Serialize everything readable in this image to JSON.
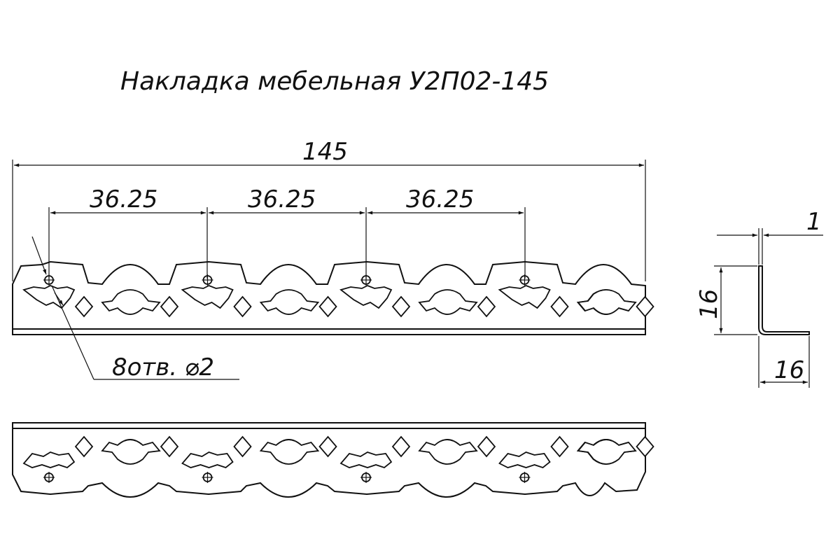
{
  "drawing": {
    "title": "Накладка мебельная У2П02-145",
    "overall_length": "145",
    "hole_spacing": [
      "36.25",
      "36.25",
      "36.25"
    ],
    "hole_note": "8отв. ⌀2",
    "profile_thickness": "1",
    "profile_height": "16",
    "profile_width": "16"
  }
}
